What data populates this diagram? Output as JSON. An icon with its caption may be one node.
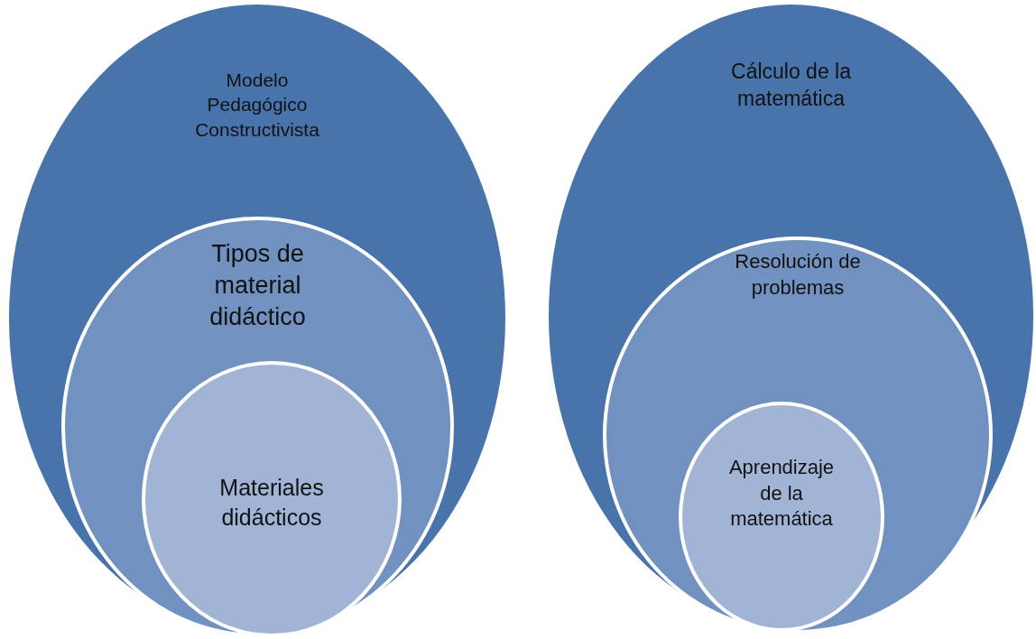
{
  "diagram": {
    "nodes": [
      {
        "text": [
          "Modelo Pedagógico Constructivista"
        ]
      },
      {
        "text": [
          "Tipos de material didáctico"
        ],
        "in": 0
      },
      {
        "text": [
          "Materiales didácticos"
        ],
        "in": 1
      },
      {
        "text": [
          "Cálculo de la matemática"
        ]
      },
      {
        "text": [
          "Resolución de problemas"
        ],
        "in": 3
      },
      {
        "text": [
          "Aprendizaje de la matemática"
        ],
        "in": 4
      }
    ]
  }
}
